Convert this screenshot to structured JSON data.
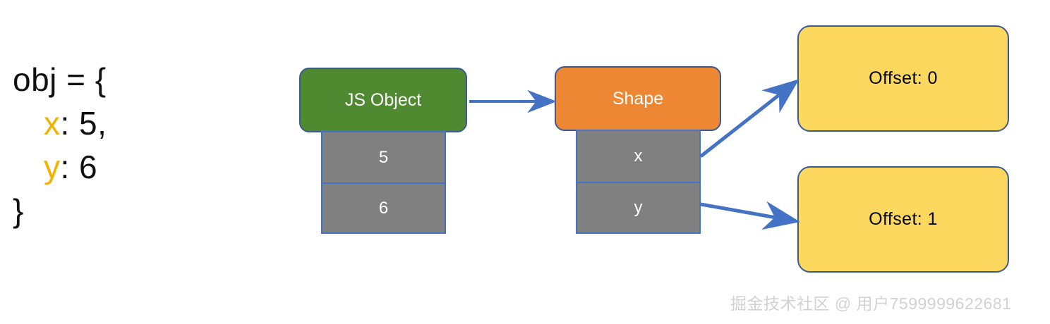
{
  "code_snippet": {
    "lines": [
      {
        "segments": [
          {
            "text": "obj = {",
            "kind": "plain"
          }
        ],
        "indent": false
      },
      {
        "segments": [
          {
            "text": "x",
            "kind": "key"
          },
          {
            "text": ": 5,",
            "kind": "plain"
          }
        ],
        "indent": true
      },
      {
        "segments": [
          {
            "text": "y",
            "kind": "key"
          },
          {
            "text": ": 6",
            "kind": "plain"
          }
        ],
        "indent": true
      },
      {
        "segments": [
          {
            "text": "}",
            "kind": "plain"
          }
        ],
        "indent": false
      }
    ],
    "key_color": "#f0b400",
    "text_color": "#111111"
  },
  "js_object": {
    "title": "JS Object",
    "header_color": "#4f8a30",
    "rows": [
      {
        "value": "5"
      },
      {
        "value": "6"
      }
    ]
  },
  "shape": {
    "title": "Shape",
    "header_color": "#ed8733",
    "rows": [
      {
        "value": "x"
      },
      {
        "value": "y"
      }
    ]
  },
  "offsets": [
    {
      "label": "Offset:  0"
    },
    {
      "label": "Offset:  1"
    }
  ],
  "colors": {
    "arrow": "#4472c4",
    "row_fill": "#808080",
    "row_border": "#4472c4",
    "card_fill": "#fcd95e",
    "card_border": "#3a5a96",
    "background": "#ffffff"
  },
  "arrows": [
    {
      "name": "js-object-to-shape"
    },
    {
      "name": "shape-x-to-offset-0"
    },
    {
      "name": "shape-y-to-offset-1"
    }
  ],
  "watermark": {
    "text": "掘金技术社区 @ 用户7599999622681"
  }
}
